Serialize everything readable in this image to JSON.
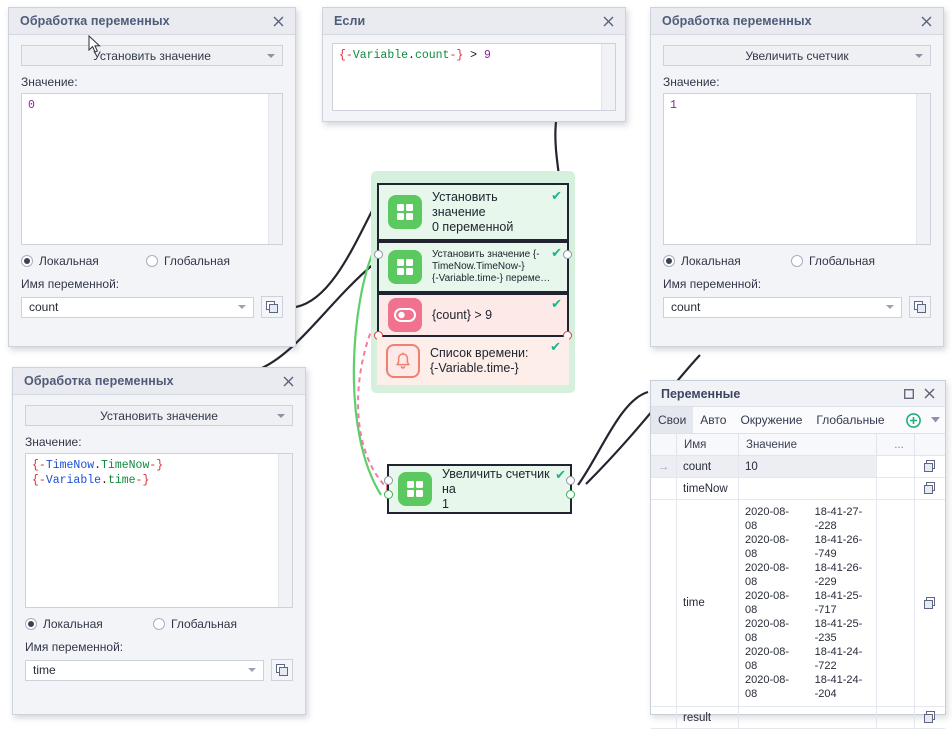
{
  "app": {
    "dialog_title": "Обработка переменных",
    "close_icon": "close-icon",
    "copy_icon": "copy-icon",
    "value_label": "Значение:",
    "name_label": "Имя переменной:",
    "local_label": "Локальная",
    "global_label": "Глобальная"
  },
  "dialogs": {
    "set_count": {
      "title": "Обработка переменных",
      "action": "Установить значение",
      "value_label": "Значение:",
      "value": "0",
      "scope_local": "Локальная",
      "scope_global": "Глобальная",
      "name_label": "Имя переменной:",
      "name": "count"
    },
    "if_cond": {
      "title": "Если",
      "expr_braces_open": "{-",
      "expr_ns": "Variable",
      "expr_dot": ".",
      "expr_name": "count",
      "expr_braces_close": "-}",
      "expr_op": " > ",
      "expr_num": "9",
      "expr_plain": "{-Variable.count-} > 9"
    },
    "inc_count": {
      "title": "Обработка переменных",
      "action": "Увеличить счетчик",
      "value_label": "Значение:",
      "value": "1",
      "scope_local": "Локальная",
      "scope_global": "Глобальная",
      "name_label": "Имя переменной:",
      "name": "count"
    },
    "set_time": {
      "title": "Обработка переменных",
      "action": "Установить значение",
      "value_label": "Значение:",
      "line1_open": "{-",
      "line1_ns": "TimeNow",
      "line1_name": "TimeNow",
      "line1_close": "-}",
      "line2_open": "{-",
      "line2_ns": "Variable",
      "line2_name": "time",
      "line2_close": "-}",
      "value_plain": "{-TimeNow.TimeNow-}\n{-Variable.time-}",
      "scope_local": "Локальная",
      "scope_global": "Глобальная",
      "name_label": "Имя переменной:",
      "name": "time"
    }
  },
  "flow": {
    "check_mark": "✔",
    "nodes": [
      {
        "id": "set-zero",
        "icon": "blocks-icon",
        "icon_color": "#5bc95f",
        "label": "Установить значение\n0 переменной",
        "checked": true
      },
      {
        "id": "set-timenow",
        "icon": "blocks-icon",
        "icon_color": "#5bc95f",
        "label": "Установить значение {-\nTimeNow.TimeNow-}\n{-Variable.time-} переме…",
        "checked": true
      },
      {
        "id": "condition",
        "icon": "toggle-icon",
        "icon_color": "#f0728f",
        "label": "{count} > 9",
        "checked": true
      },
      {
        "id": "notify-times",
        "icon": "bell-icon",
        "icon_color": "#f0806f",
        "label": "Список времени:\n{-Variable.time-}",
        "checked": true
      },
      {
        "id": "increment",
        "icon": "blocks-icon",
        "icon_color": "#5bc95f",
        "label": "Увеличить счетчик на\n1",
        "checked": true
      }
    ]
  },
  "variables_panel": {
    "title": "Переменные",
    "maximize_icon": "maximize-icon",
    "close_icon": "close-icon",
    "add_icon": "plus-circle-icon",
    "menu_icon": "chevron-down-icon",
    "tabs": [
      {
        "label": "Свои",
        "active": true
      },
      {
        "label": "Авто",
        "active": false
      },
      {
        "label": "Окружение",
        "active": false
      },
      {
        "label": "Глобальные",
        "active": false
      }
    ],
    "columns": [
      "",
      "Имя",
      "Значение",
      "...",
      ""
    ],
    "rows": [
      {
        "selected": true,
        "arrow": "→",
        "name": "count",
        "value_lines": [
          [
            "10",
            ""
          ]
        ],
        "copy": true
      },
      {
        "selected": false,
        "arrow": "",
        "name": "timeNow",
        "value_lines": [],
        "copy": true
      },
      {
        "selected": false,
        "arrow": "",
        "name": "time",
        "copy": true,
        "value_lines": [
          [
            "2020-08-08",
            "18-41-27--228"
          ],
          [
            "2020-08-08",
            "18-41-26--749"
          ],
          [
            "2020-08-08",
            "18-41-26--229"
          ],
          [
            "2020-08-08",
            "18-41-25--717"
          ],
          [
            "2020-08-08",
            "18-41-25--235"
          ],
          [
            "2020-08-08",
            "18-41-24--722"
          ],
          [
            "2020-08-08",
            "18-41-24--204"
          ]
        ]
      },
      {
        "selected": false,
        "arrow": "",
        "name": "result",
        "value_lines": [],
        "copy": true
      }
    ]
  },
  "colors": {
    "node_green_icon": "#5bc95f",
    "node_pink_icon": "#f0728f",
    "node_bell_border": "#f0806f",
    "group_bg": "#d6f0de",
    "check_green": "#18b58a",
    "wire_black": "#23262e",
    "wire_green": "#5ecf6a",
    "wire_pink": "#f27ba5",
    "title_text": "#4f5b78",
    "accent_add": "#21b07a"
  }
}
